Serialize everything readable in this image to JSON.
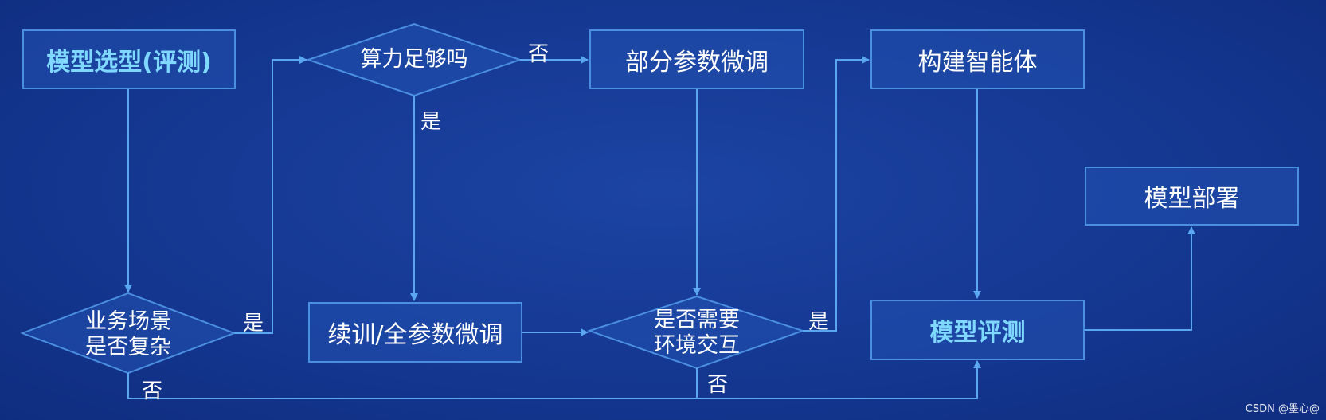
{
  "nodes": {
    "model_selection": "模型选型(评测)",
    "compute_enough": "算力足够吗",
    "partial_finetune": "部分参数微调",
    "build_agent": "构建智能体",
    "business_complex": "业务场景\n是否复杂",
    "continue_train": "续训/全参数微调",
    "env_interaction": "是否需要\n环境交互",
    "model_eval": "模型评测",
    "model_deploy": "模型部署"
  },
  "edge_labels": {
    "compute_no": "否",
    "compute_yes": "是",
    "business_yes": "是",
    "business_no": "否",
    "env_yes": "是",
    "env_no": "否"
  },
  "watermark": "CSDN @墨心@",
  "colors": {
    "background": "#163a95",
    "box_border": "#4b8fe0",
    "highlight_text": "#7fd8ff",
    "connector": "#5aa7f0"
  }
}
